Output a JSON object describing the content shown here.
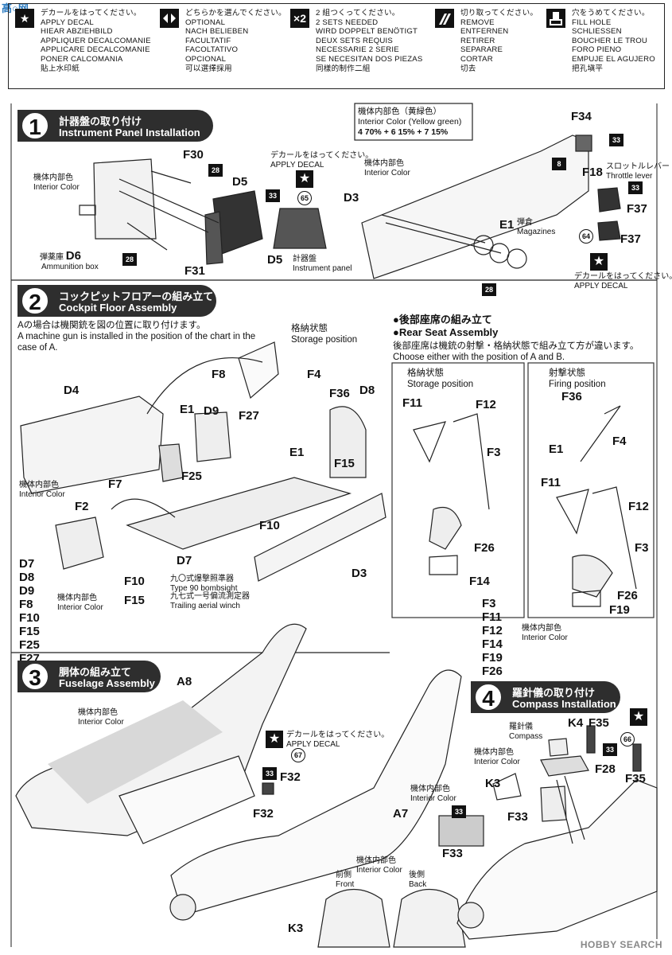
{
  "watermark_logo": "高○网",
  "watermark_bottom": "HOBBY SEARCH",
  "legend": [
    {
      "icon": "★",
      "icon_name": "star-decal-icon",
      "lines": [
        "デカールをはってください。",
        "APPLY DECAL",
        "HIEAR ABZIEHBILD",
        "APPLIQUER DECALCOMANIE",
        "APPLICARE DECALCOMANIE",
        "PONER CALCOMANIA",
        "貼上水印紙"
      ]
    },
    {
      "icon": "◆",
      "icon_name": "optional-arrows-icon",
      "lines": [
        "どちらかを選んでください。",
        "OPTIONAL",
        "NACH BELIEBEN",
        "FACULTATIF",
        "FACOLTATIVO",
        "OPCIONAL",
        "可以選擇採用"
      ]
    },
    {
      "icon": "×2",
      "icon_name": "make-two-icon",
      "lines": [
        "2 組つくってください。",
        "2 SETS NEEDED",
        "WIRD DOPPELT BENÖTIGT",
        "DEUX SETS REQUIS",
        "NECESSARIE 2 SERIE",
        "SE NECESITAN DOS PIEZAS",
        "同樣的制作二組"
      ]
    },
    {
      "icon": "✂",
      "icon_name": "remove-cut-icon",
      "lines": [
        "切り取ってください。",
        "REMOVE",
        "ENTFERNEN",
        "RETIRER",
        "SEPARARE",
        "CORTAR",
        "切去"
      ]
    },
    {
      "icon": "◍",
      "icon_name": "fill-hole-icon",
      "lines": [
        "穴をうめてください。",
        "FILL HOLE",
        "SCHLIESSEN",
        "BOUCHER LE TROU",
        "FORO PIENO",
        "EMPUJE EL AGUJERO",
        "把孔塡平"
      ]
    }
  ],
  "step1": {
    "number": "1",
    "title_jp": "計器盤の取り付け",
    "title_en": "Instrument Panel Installation",
    "interior_color_jp": "機体内部色",
    "interior_color_en": "Interior Color",
    "color_box": {
      "line1": "機体内部色（黄緑色）",
      "line2": "Interior Color (Yellow green)",
      "mix": "4 70% + 6 15% + 7 15%"
    },
    "ammo_jp": "弾薬庫",
    "ammo_en": "Ammunition box",
    "decal_jp": "デカールをはってください。",
    "decal_en": "APPLY DECAL",
    "decal_no": "65",
    "panel_jp": "計器盤",
    "panel_en": "Instrument panel",
    "magazines_jp": "弾倉",
    "magazines_en": "Magazines",
    "throttle_jp": "スロットルレバー",
    "throttle_en": "Throttle lever",
    "decal2_no": "64",
    "parts": [
      "F30",
      "D5",
      "D6",
      "F31",
      "D3",
      "F34",
      "F18",
      "F37",
      "E1",
      "F37"
    ],
    "badges": [
      "28",
      "33",
      "28",
      "33",
      "33",
      "28",
      "8"
    ]
  },
  "step2": {
    "number": "2",
    "title_jp": "コックピットフロアーの組み立て",
    "title_en": "Cockpit Floor Assembly",
    "note_jp": "Aの場合は機関銃を図の位置に取り付けます。",
    "note_en1": "A machine gun is installed in the position of the chart in the",
    "note_en2": "case of A.",
    "storage_jp": "格納状態",
    "storage_en": "Storage position",
    "interior_color_jp": "機体内部色",
    "interior_color_en": "Interior Color",
    "f10_jp": "九〇式爆撃照準器",
    "f10_en": "Type 90 bombsight",
    "f15_jp": "九七式一号偏流測定器",
    "f15_en": "Trailing aerial winch",
    "paint_list": [
      "D7",
      "D8",
      "D9",
      "F8",
      "F10",
      "F15",
      "F25",
      "F27"
    ],
    "paint_jp": "機体内部色",
    "paint_en": "Interior Color",
    "parts": [
      "D4",
      "F8",
      "E1",
      "D9",
      "F27",
      "F4",
      "F36",
      "D8",
      "E1",
      "F7",
      "F25",
      "F15",
      "F2",
      "F10",
      "D7",
      "D3",
      "F10",
      "F15"
    ]
  },
  "rear": {
    "title_jp": "●後部座席の組み立て",
    "title_en": "●Rear Seat Assembly",
    "note_jp": "後部座席は機銃の射撃・格納状態で組み立て方が違います。",
    "note_en": "Choose either with the position of A and B.",
    "a_jp": "格納状態",
    "a_en": "Storage position",
    "b_jp": "射撃状態",
    "b_en": "Firing position",
    "paint_list": [
      "F3",
      "F11",
      "F12",
      "F14",
      "F19",
      "F26"
    ],
    "paint_jp": "機体内部色",
    "paint_en": "Interior Color",
    "parts_a": [
      "F11",
      "F12",
      "F3",
      "F26",
      "F14"
    ],
    "parts_b": [
      "F36",
      "E1",
      "F4",
      "F11",
      "F12",
      "F3",
      "F26",
      "F19"
    ]
  },
  "step3": {
    "number": "3",
    "title_jp": "胴体の組み立て",
    "title_en": "Fuselage Assembly",
    "interior_color_jp": "機体内部色",
    "interior_color_en": "Interior Color",
    "decal_jp": "デカールをはってください。",
    "decal_en": "APPLY DECAL",
    "decal_no": "67",
    "front_jp": "前側",
    "front_en": "Front",
    "back_jp": "後側",
    "back_en": "Back",
    "parts": [
      "A8",
      "F32",
      "F32",
      "A7",
      "K3"
    ]
  },
  "step4": {
    "number": "4",
    "title_jp": "羅針儀の取り付け",
    "title_en": "Compass Installation",
    "compass_jp": "羅針儀",
    "compass_en": "Compass",
    "interior_color_jp": "機体内部色",
    "interior_color_en": "Interior Color",
    "decal_no": "66",
    "parts": [
      "K4",
      "F35",
      "F28",
      "K3",
      "F33",
      "F33",
      "F35"
    ]
  }
}
